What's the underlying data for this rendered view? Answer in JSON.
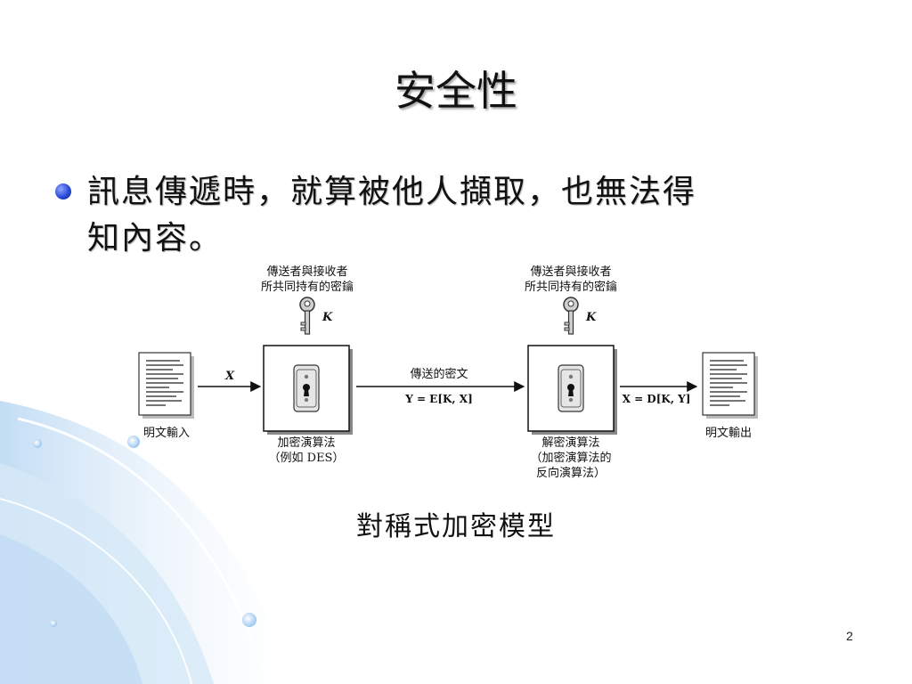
{
  "slide": {
    "title": "安全性",
    "bullet_lines": [
      "訊息傳遞時，就算被他人擷取，也無法得",
      "知內容。"
    ],
    "caption": "對稱式加密模型",
    "page_number": "2"
  },
  "diagram": {
    "left_key_caption": [
      "傳送者與接收者",
      "所共同持有的密鑰"
    ],
    "right_key_caption": [
      "傳送者與接收者",
      "所共同持有的密鑰"
    ],
    "key_symbol": "K",
    "input_arrow_label": "X",
    "plaintext_input_label": "明文輸入",
    "encrypt_label": [
      "加密演算法",
      "（例如 DES）"
    ],
    "transmitted_ciphertext_label": "傳送的密文",
    "ciphertext_formula": "Y = E[K, X]",
    "decrypt_label": [
      "解密演算法",
      "（加密演算法的",
      "反向演算法）"
    ],
    "output_formula": "X = D[K, Y]",
    "plaintext_output_label": "明文輸出"
  },
  "colors": {
    "bullet": "#2b4bd8",
    "background_wave": "#cfe3f7"
  }
}
